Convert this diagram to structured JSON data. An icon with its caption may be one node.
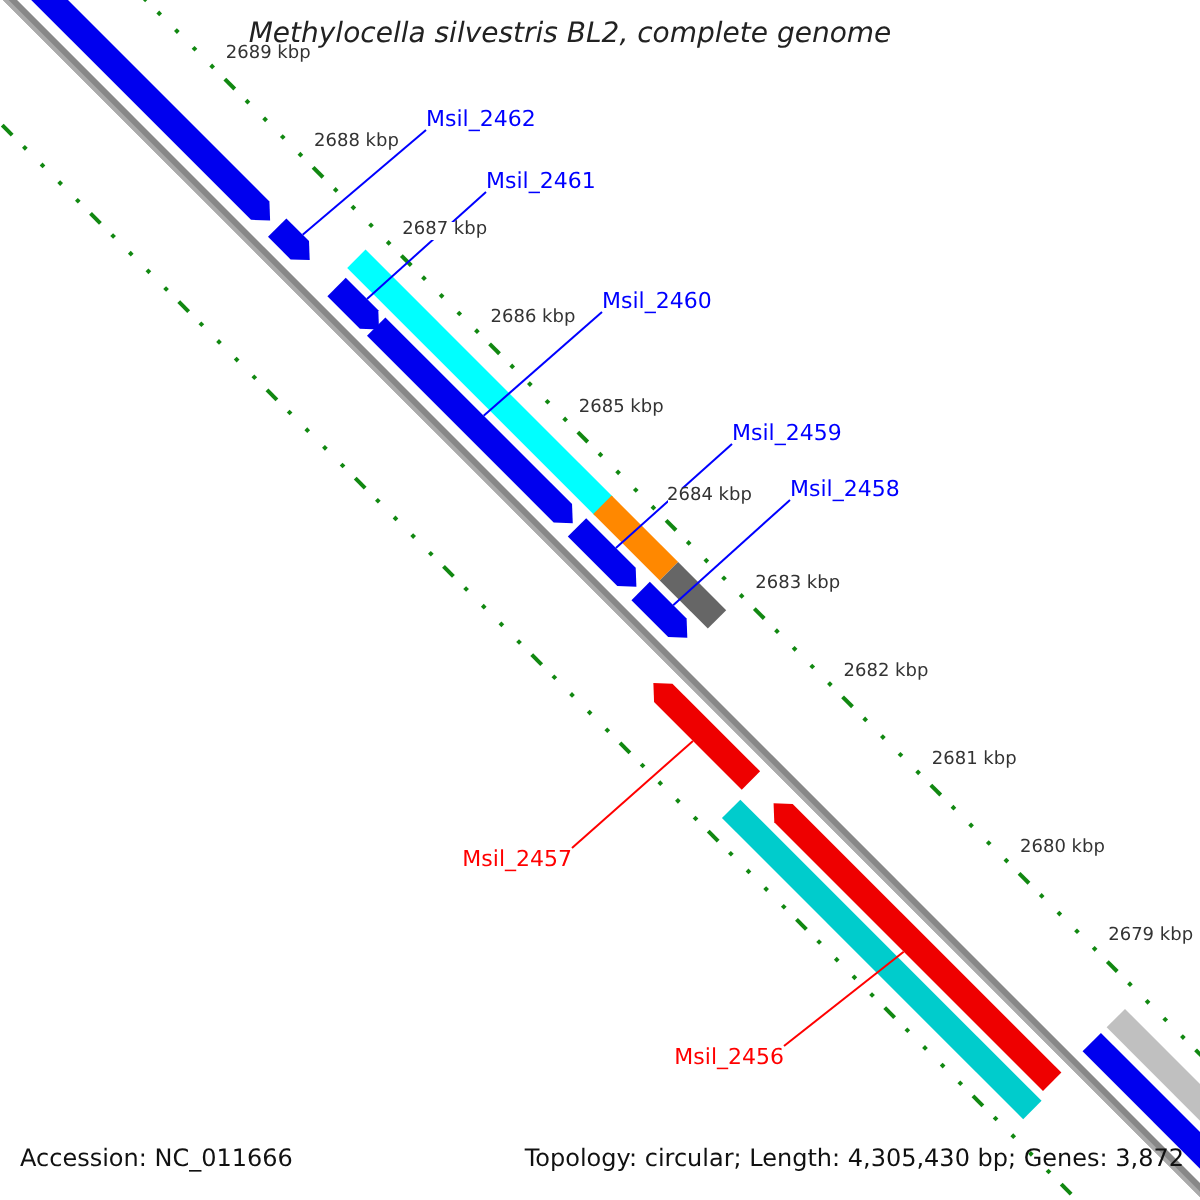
{
  "diagram": {
    "title": "Methylocella silvestris BL2, complete genome",
    "nodes": [
      {
        "text": [
          "Msil_2462"
        ]
      },
      {
        "text": [
          "Msil_2461"
        ]
      },
      {
        "text": [
          "Msil_2460"
        ]
      },
      {
        "text": [
          "Msil_2459"
        ]
      },
      {
        "text": [
          "Msil_2458"
        ]
      },
      {
        "text": [
          "Msil_2457"
        ]
      },
      {
        "text": [
          "Msil_2456"
        ]
      },
      {
        "text": [],
        "shape": "arrow"
      },
      {
        "text": [],
        "shape": "arrow"
      },
      {
        "text": [],
        "shape": "arrow"
      },
      {
        "text": [],
        "shape": "arrow"
      },
      {
        "text": [],
        "shape": "arrow"
      },
      {
        "text": [],
        "shape": "arrow"
      },
      {
        "text": [],
        "shape": "arrow"
      },
      {
        "text": [],
        "shape": "arrow"
      },
      {
        "text": [],
        "shape": "arrow"
      },
      {
        "text": [],
        "shape": "bar"
      },
      {
        "text": [],
        "shape": "bar"
      },
      {
        "text": [],
        "shape": "bar"
      },
      {
        "text": [],
        "shape": "bar"
      },
      {
        "text": [],
        "shape": "bar"
      }
    ],
    "edges": [
      {
        "from": 0,
        "to": 7,
        "arrow": "none"
      },
      {
        "from": 1,
        "to": 8,
        "arrow": "none"
      },
      {
        "from": 2,
        "to": 9,
        "arrow": "none"
      },
      {
        "from": 3,
        "to": 10,
        "arrow": "none"
      },
      {
        "from": 4,
        "to": 11,
        "arrow": "none"
      },
      {
        "from": 5,
        "to": 12,
        "arrow": "none",
        "color": "#ff0000"
      },
      {
        "from": 6,
        "to": 13,
        "arrow": "none",
        "color": "#ff0000"
      }
    ],
    "labels": [
      "2689 kbp",
      "2688 kbp",
      "2687 kbp",
      "2686 kbp",
      "2685 kbp",
      "2684 kbp",
      "2683 kbp",
      "2682 kbp",
      "2681 kbp",
      "2680 kbp",
      "2679 kbp",
      "Accession: NC_011666",
      "Topology: circular; Length: 4,305,430 bp; Genes: 3,872"
    ]
  }
}
